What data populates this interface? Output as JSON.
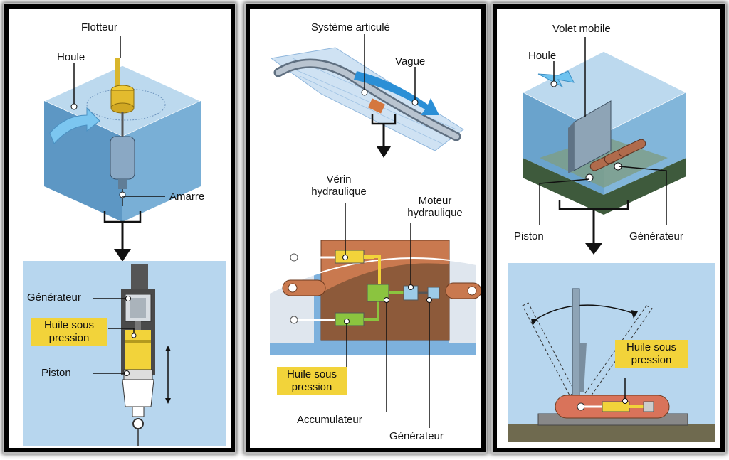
{
  "panels": [
    {
      "id": "float",
      "labels": {
        "flotteur": "Flotteur",
        "houle": "Houle",
        "amarre": "Amarre",
        "generateur": "Générateur",
        "huile": "Huile sous pression",
        "piston": "Piston"
      }
    },
    {
      "id": "articulated",
      "labels": {
        "systeme": "Système articulé",
        "vague": "Vague",
        "verin": "Vérin hydraulique",
        "moteur": "Moteur hydraulique",
        "huile": "Huile sous pression",
        "accumulateur": "Accumulateur",
        "generateur": "Générateur"
      }
    },
    {
      "id": "flap",
      "labels": {
        "volet": "Volet mobile",
        "houle": "Houle",
        "piston": "Piston",
        "generateur": "Générateur",
        "huile": "Huile sous pression"
      }
    }
  ],
  "colors": {
    "water": "#6fa7cf",
    "water_light": "#b9d6ee",
    "oil": "#f2d33a",
    "arrow_blue": "#2b8fd6",
    "copper": "#c97a55",
    "green": "#8bc43f"
  }
}
